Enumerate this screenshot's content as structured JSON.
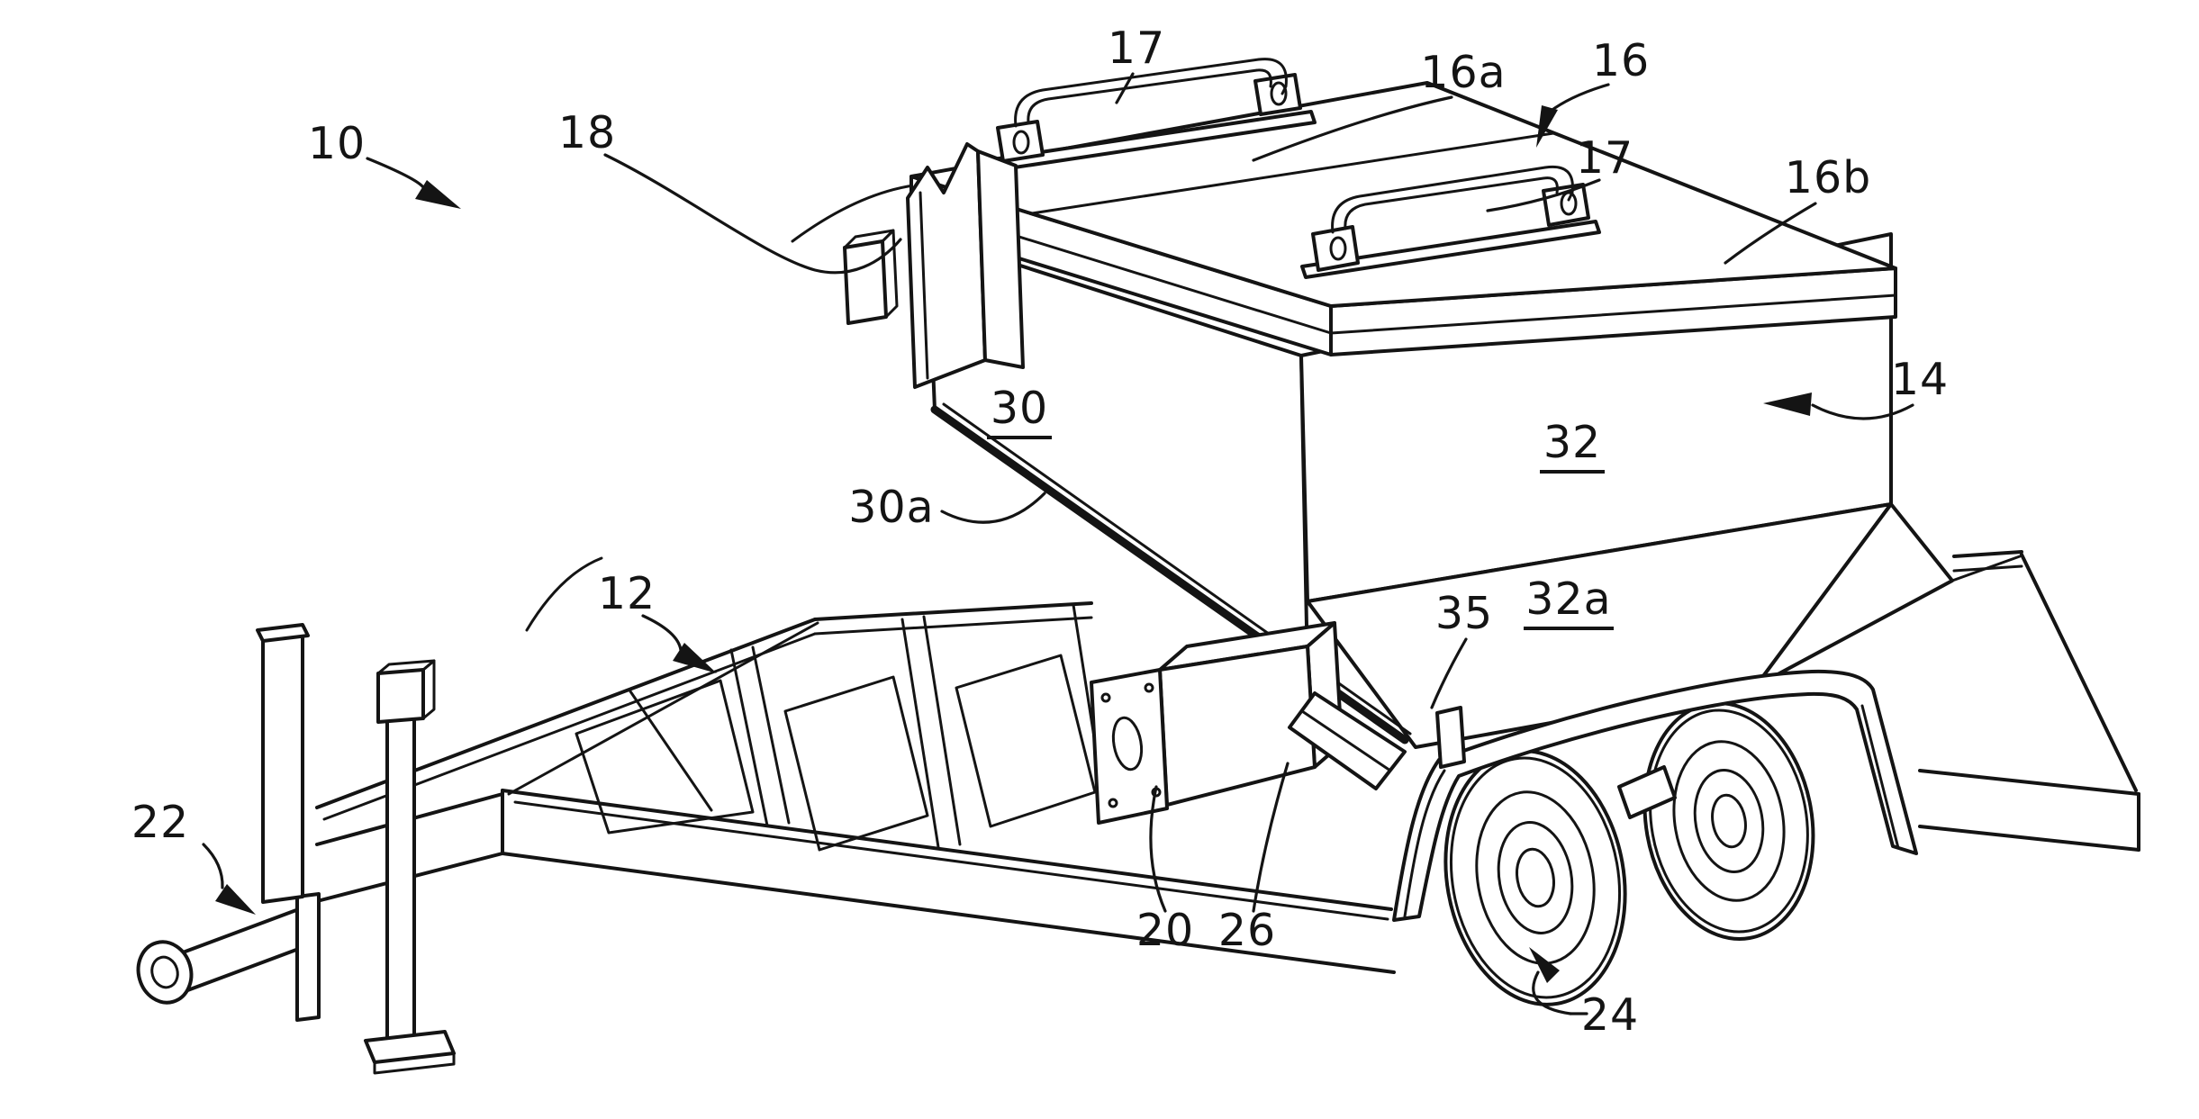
{
  "figure": {
    "kind": "patent line drawing",
    "view": "isometric trailer with hopper container",
    "background_color": "#ffffff",
    "ink_color": "#141414"
  },
  "labels": [
    {
      "text": "10",
      "underlined": false,
      "pointer": "solid-arrow"
    },
    {
      "text": "17",
      "underlined": false,
      "pointer": "curved-line"
    },
    {
      "text": "16a",
      "underlined": false,
      "pointer": "curved-line"
    },
    {
      "text": "16",
      "underlined": false,
      "pointer": "solid-arrow"
    },
    {
      "text": "17",
      "underlined": false,
      "pointer": "curved-line"
    },
    {
      "text": "16b",
      "underlined": false,
      "pointer": "curved-line"
    },
    {
      "text": "18",
      "underlined": false,
      "pointer": "curved-line"
    },
    {
      "text": "14",
      "underlined": false,
      "pointer": "solid-arrow"
    },
    {
      "text": "30",
      "underlined": true,
      "pointer": "none"
    },
    {
      "text": "32",
      "underlined": true,
      "pointer": "none"
    },
    {
      "text": "30a",
      "underlined": false,
      "pointer": "curved-line"
    },
    {
      "text": "32a",
      "underlined": true,
      "pointer": "none"
    },
    {
      "text": "35",
      "underlined": false,
      "pointer": "curved-line"
    },
    {
      "text": "12",
      "underlined": false,
      "pointer": "solid-arrow"
    },
    {
      "text": "22",
      "underlined": false,
      "pointer": "solid-arrow"
    },
    {
      "text": "20",
      "underlined": false,
      "pointer": "curved-line"
    },
    {
      "text": "26",
      "underlined": false,
      "pointer": "curved-line"
    },
    {
      "text": "24",
      "underlined": false,
      "pointer": "solid-arrow"
    }
  ]
}
